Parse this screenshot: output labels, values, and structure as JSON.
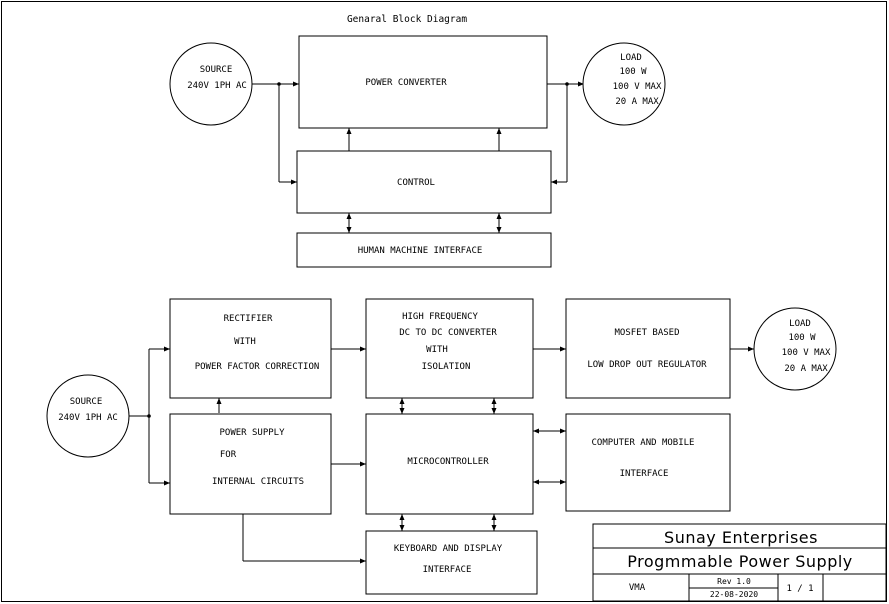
{
  "title": "Genaral Block Diagram",
  "top": {
    "source": [
      "SOURCE",
      "240V 1PH AC"
    ],
    "power_converter": "POWER CONVERTER",
    "load": [
      "LOAD",
      "100 W",
      "100 V MAX",
      "20 A  MAX"
    ],
    "control": "CONTROL",
    "hmi": "HUMAN MACHINE INTERFACE"
  },
  "bottom": {
    "rectifier": [
      "RECTIFIER",
      "WITH",
      "POWER FACTOR CORRECTION"
    ],
    "hf_converter": [
      "HIGH FREQUENCY",
      "DC TO DC CONVERTER",
      "WITH",
      "ISOLATION"
    ],
    "mosfet": [
      "MOSFET BASED",
      "LOW DROP OUT REGULATOR"
    ],
    "load": [
      "LOAD",
      "100 W",
      "100 V MAX",
      "20 A  MAX"
    ],
    "source": [
      "SOURCE",
      "240V 1PH AC"
    ],
    "power_supply": [
      "POWER SUPPLY",
      "FOR",
      "INTERNAL CIRCUITS"
    ],
    "microcontroller": "MICROCONTROLLER",
    "computer_interface": [
      "COMPUTER AND MOBILE",
      "INTERFACE"
    ],
    "keyboard": [
      "KEYBOARD AND DISPLAY",
      "INTERFACE"
    ]
  },
  "title_block": {
    "company": "Sunay Enterprises",
    "product": "Progmmable Power Supply",
    "author": "VMA",
    "rev": "Rev 1.0",
    "date": "22-08-2020",
    "sheet": "1 / 1"
  }
}
